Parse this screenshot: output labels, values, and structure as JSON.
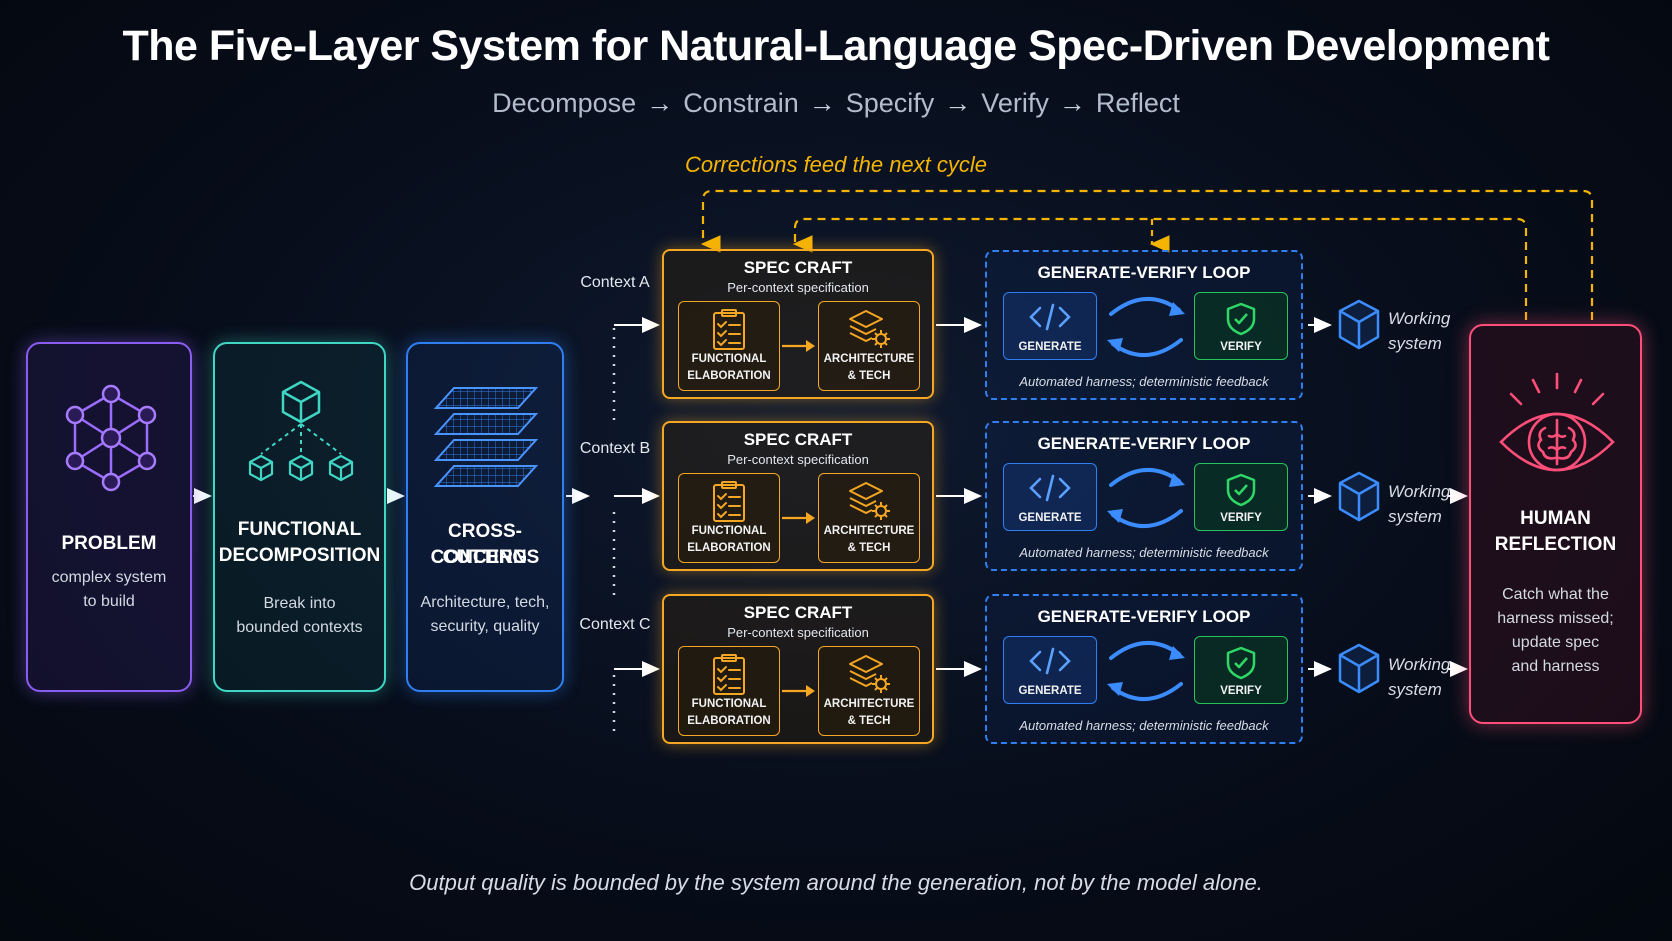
{
  "title": "The Five-Layer System for Natural-Language Spec-Driven Development",
  "subtitle": {
    "steps": [
      "Decompose",
      "Constrain",
      "Specify",
      "Verify",
      "Reflect"
    ],
    "separator": "→"
  },
  "feedback_label": "Corrections feed the next cycle",
  "layers": {
    "problem": {
      "title": "PROBLEM",
      "desc_lines": [
        "complex system",
        "to build"
      ],
      "icon": "network-graph-icon",
      "color": "#8a5cf0"
    },
    "functional": {
      "title_lines": [
        "FUNCTIONAL",
        "DECOMPOSITION"
      ],
      "desc_lines": [
        "Break into",
        "bounded contexts"
      ],
      "icon": "cube-hierarchy-icon",
      "color": "#3fd6c4"
    },
    "crosscut": {
      "title_lines": [
        "CROSS-CUTTING",
        "CONCERNS"
      ],
      "desc_lines": [
        "Architecture, tech,",
        "security, quality"
      ],
      "icon": "stacked-layers-icon",
      "color": "#2f7ff0"
    },
    "human": {
      "title_lines": [
        "HUMAN",
        "REFLECTION"
      ],
      "desc_lines": [
        "Catch what the",
        "harness missed;",
        "update spec",
        "and harness"
      ],
      "icon": "brain-eye-icon",
      "color": "#ff4f78"
    }
  },
  "contexts": [
    {
      "label": "Context A",
      "spec": {
        "title": "SPEC CRAFT",
        "subtitle": "Per-context specification",
        "left": [
          "FUNCTIONAL",
          "ELABORATION"
        ],
        "right": [
          "ARCHITECTURE",
          "& TECH"
        ]
      },
      "loop": {
        "title": "GENERATE-VERIFY LOOP",
        "generate": "GENERATE",
        "verify": "VERIFY",
        "footer": "Automated harness; deterministic feedback"
      },
      "output": [
        "Working",
        "system"
      ]
    },
    {
      "label": "Context B",
      "spec": {
        "title": "SPEC CRAFT",
        "subtitle": "Per-context specification",
        "left": [
          "FUNCTIONAL",
          "ELABORATION"
        ],
        "right": [
          "ARCHITECTURE",
          "& TECH"
        ]
      },
      "loop": {
        "title": "GENERATE-VERIFY LOOP",
        "generate": "GENERATE",
        "verify": "VERIFY",
        "footer": "Automated harness; deterministic feedback"
      },
      "output": [
        "Working",
        "system"
      ]
    },
    {
      "label": "Context C",
      "spec": {
        "title": "SPEC CRAFT",
        "subtitle": "Per-context specification",
        "left": [
          "FUNCTIONAL",
          "ELABORATION"
        ],
        "right": [
          "ARCHITECTURE",
          "& TECH"
        ]
      },
      "loop": {
        "title": "GENERATE-VERIFY LOOP",
        "generate": "GENERATE",
        "verify": "VERIFY",
        "footer": "Automated harness; deterministic feedback"
      },
      "output": [
        "Working",
        "system"
      ]
    }
  ],
  "footer": "Output quality is bounded by the system around the generation, not by the model alone.",
  "colors": {
    "spec": "#f5a623",
    "loop": "#2f7ff0",
    "verify": "#27c45a",
    "feedback": "#f5b400",
    "arrow": "#ffffff"
  }
}
